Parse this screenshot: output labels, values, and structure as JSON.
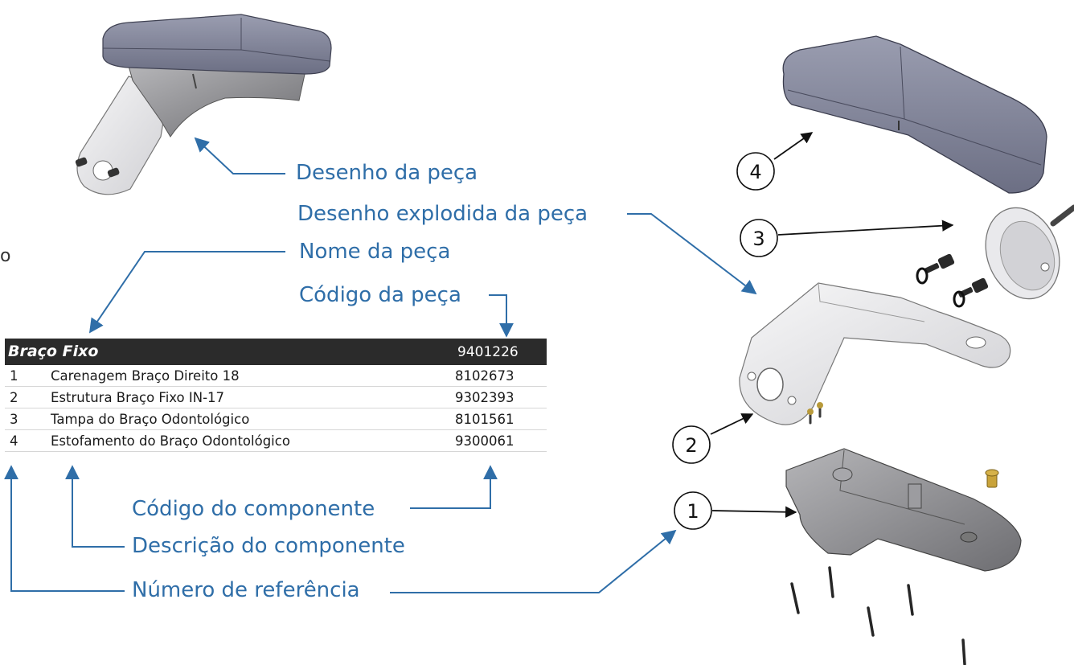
{
  "callouts": {
    "part_drawing": "Desenho da peça",
    "exploded_drawing": "Desenho explodida da peça",
    "part_name": "Nome da peça",
    "part_code": "Código da peça",
    "component_code": "Código do componente",
    "component_description": "Descrição do componente",
    "reference_number": "Número de referência"
  },
  "stray_text": "o",
  "bom": {
    "part_name": "Braço Fixo",
    "part_code": "9401226",
    "rows": [
      {
        "ref": "1",
        "description": "Carenagem Braço Direito 18",
        "code": "8102673"
      },
      {
        "ref": "2",
        "description": "Estrutura Braço Fixo IN-17",
        "code": "9302393"
      },
      {
        "ref": "3",
        "description": "Tampa do Braço  Odontológico",
        "code": "8101561"
      },
      {
        "ref": "4",
        "description": "Estofamento do Braço Odontológico",
        "code": "9300061"
      }
    ]
  },
  "balloons": [
    "1",
    "2",
    "3",
    "4"
  ],
  "colors": {
    "callout_blue": "#2f6ea8",
    "header_bg": "#2b2b2b",
    "upholstery": "#7a7d92",
    "metal": "#e8e8ea",
    "plastic": "#8f8f93"
  }
}
